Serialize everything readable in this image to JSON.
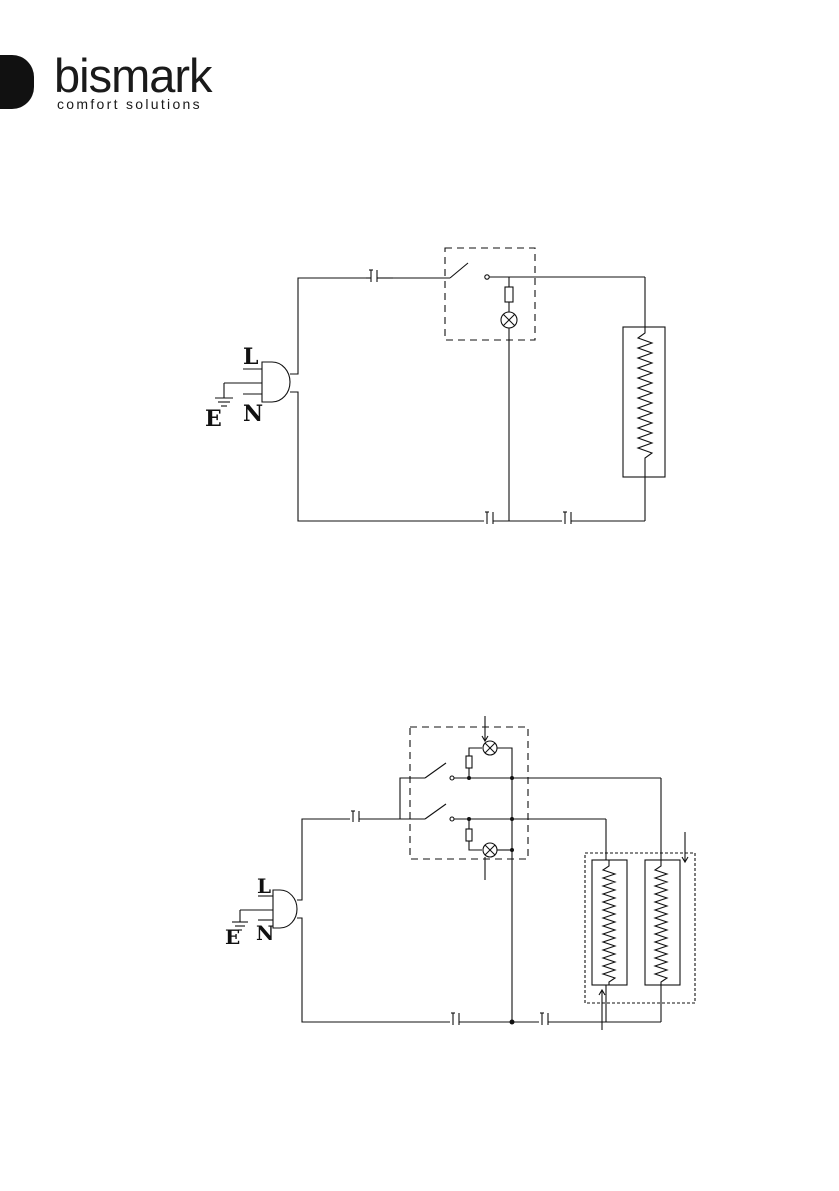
{
  "brand": {
    "name": "bismark",
    "tagline": "comfort solutions"
  },
  "diagram1": {
    "labels": {
      "live": "L",
      "neutral": "N",
      "earth": "E"
    }
  },
  "diagram2": {
    "labels": {
      "live": "L",
      "neutral": "N",
      "earth": "E"
    }
  },
  "colors": {
    "ink": "#111111",
    "background": "#ffffff"
  }
}
